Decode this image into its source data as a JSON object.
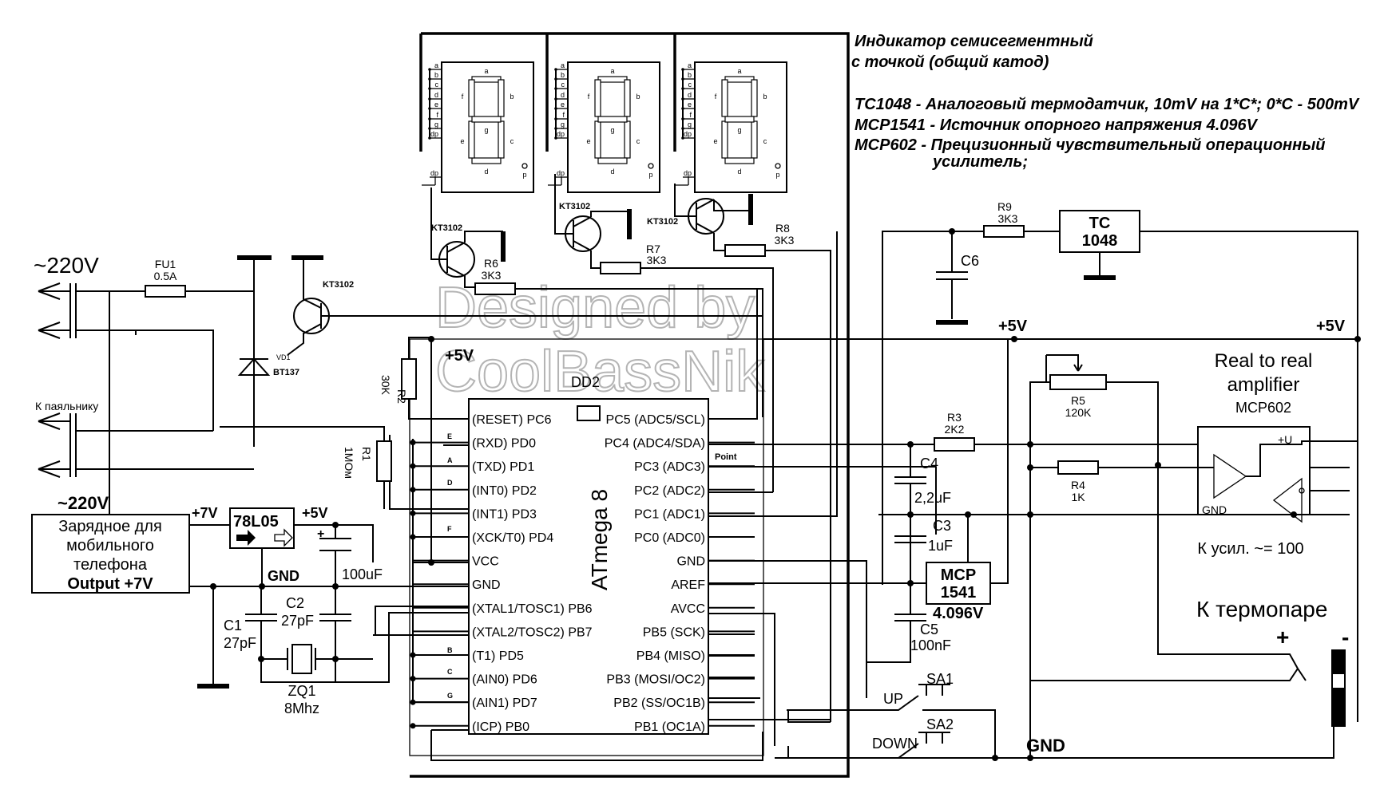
{
  "notes": {
    "line1": "Индикатор семисегментный",
    "line2": "с точкой (общий катод)",
    "line3": "TC1048 - Аналоговый термодатчик, 10mV на 1*C*; 0*C - 500mV",
    "line4": "MCP1541 - Источник опорного напряжения 4.096V",
    "line5": "MCP602 - Прецизионный чувствительный операционный",
    "line6": "усилитель;"
  },
  "watermark": {
    "line1": "Designed by",
    "line2": "CoolBassNik"
  },
  "mcu": {
    "ref": "DD2",
    "name": "ATmega 8",
    "supply_label": "+5V",
    "left_pins": [
      "(RESET) PC6",
      "(RXD) PD0",
      "(TXD) PD1",
      "(INT0) PD2",
      "(INT1) PD3",
      "(XCK/T0) PD4",
      "VCC",
      "GND",
      "(XTAL1/TOSC1) PB6",
      "(XTAL2/TOSC2) PB7",
      "(T1) PD5",
      "(AIN0) PD6",
      "(AIN1) PD7",
      "(ICP) PB0"
    ],
    "right_pins": [
      "PC5 (ADC5/SCL)",
      "PC4 (ADC4/SDA)",
      "PC3 (ADC3)",
      "PC2 (ADC2)",
      "PC1 (ADC1)",
      "PC0 (ADC0)",
      "GND",
      "AREF",
      "AVCC",
      "PB5 (SCK)",
      "PB4 (MISO)",
      "PB3 (MOSI/OC2)",
      "PB2 (SS/OC1B)",
      "PB1 (OC1A)"
    ],
    "segment_tags": [
      "E",
      "A",
      "D",
      "F",
      "B",
      "C",
      "G"
    ],
    "point_label": "Point"
  },
  "display": {
    "pin_letters": [
      "a",
      "b",
      "c",
      "d",
      "e",
      "f",
      "g",
      "dp"
    ],
    "segment_letters": [
      "a",
      "b",
      "c",
      "d",
      "e",
      "f",
      "g",
      "p"
    ],
    "digits": 3
  },
  "transistors": {
    "t1": "KT3102",
    "t2": "KT3102",
    "t3": "KT3102",
    "t4": "KT3102"
  },
  "resistors": {
    "r6": {
      "ref": "R6",
      "value": "3K3"
    },
    "r7": {
      "ref": "R7",
      "value": "3K3"
    },
    "r8": {
      "ref": "R8",
      "value": "3K3"
    },
    "r9": {
      "ref": "R9",
      "value": "3K3"
    },
    "r2": {
      "ref": "R2",
      "value": "30K"
    },
    "r1": {
      "ref": "R1",
      "value": "1MOм"
    },
    "r3": {
      "ref": "R3",
      "value": "2K2"
    },
    "r4": {
      "ref": "R4",
      "value": "1K"
    },
    "r5": {
      "ref": "R5",
      "value": "120K"
    }
  },
  "capacitors": {
    "c6": "C6",
    "c4": {
      "ref": "C4",
      "value": "2,2uF"
    },
    "c3": {
      "ref": "C3",
      "value": "1uF"
    },
    "c5": {
      "ref": "C5",
      "value": "100nF"
    },
    "c1": {
      "ref": "C1",
      "value": "27pF"
    },
    "c2": {
      "ref": "C2",
      "value": "27pF"
    },
    "cap100": "100uF"
  },
  "power": {
    "mains": "~220V",
    "mains_charger": "~220V",
    "fuse_ref": "FU1",
    "fuse_value": "0.5A",
    "triac_ref": "VD1",
    "triac_name": "BT137",
    "to_iron": "К паяльнику",
    "charger_l1": "Зарядное для",
    "charger_l2": "мобильного",
    "charger_l3": "телефона",
    "charger_l4": "Output +7V",
    "plus7": "+7V",
    "regulator": "78L05",
    "plus5": "+5V",
    "gnd": "GND",
    "quartz_ref": "ZQ1",
    "quartz_value": "8Mhz"
  },
  "analog": {
    "tc_l1": "TC",
    "tc_l2": "1048",
    "plus5_a": "+5V",
    "plus5_b": "+5V",
    "amp_l1": "Real to real",
    "amp_l2": "amplifier",
    "amp_part": "MCP602",
    "amp_plus_u": "+U",
    "amp_gnd": "GND",
    "gain": "К усил. ~= 100",
    "mcp_l1": "MCP",
    "mcp_l2": "1541",
    "vref": "4.096V",
    "thermocouple": "К термопаре",
    "plus": "+",
    "minus": "-",
    "gnd": "GND"
  },
  "buttons": {
    "sa1_ref": "SA1",
    "sa1_label": "UP",
    "sa2_ref": "SA2",
    "sa2_label": "DOWN"
  }
}
